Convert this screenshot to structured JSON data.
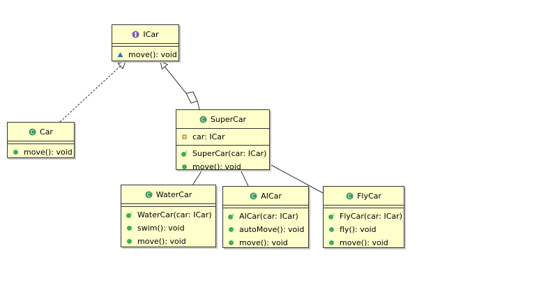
{
  "diagram": {
    "classes": {
      "icar": {
        "name": "ICar",
        "kind": "interface",
        "attributes": [],
        "constructors": [],
        "methods": [
          {
            "text": "move(): void",
            "visibility": "package"
          }
        ]
      },
      "car": {
        "name": "Car",
        "kind": "class",
        "attributes": [],
        "constructors": [],
        "methods": [
          {
            "text": "move(): void",
            "visibility": "public"
          }
        ]
      },
      "supercar": {
        "name": "SuperCar",
        "kind": "class",
        "attributes": [
          {
            "text": "car: ICar",
            "visibility": "default"
          }
        ],
        "constructors": [
          {
            "text": "SuperCar(car: ICar)",
            "visibility": "public"
          }
        ],
        "methods": [
          {
            "text": "move(): void",
            "visibility": "public"
          }
        ]
      },
      "watercar": {
        "name": "WaterCar",
        "kind": "class",
        "attributes": [],
        "constructors": [
          {
            "text": "WaterCar(car: ICar)",
            "visibility": "public"
          }
        ],
        "methods": [
          {
            "text": "swim(): void",
            "visibility": "public"
          },
          {
            "text": "move(): void",
            "visibility": "public"
          }
        ]
      },
      "aicar": {
        "name": "AICar",
        "kind": "class",
        "attributes": [],
        "constructors": [
          {
            "text": "AICar(car: ICar)",
            "visibility": "public"
          }
        ],
        "methods": [
          {
            "text": "autoMove(): void",
            "visibility": "public"
          },
          {
            "text": "move(): void",
            "visibility": "public"
          }
        ]
      },
      "flycar": {
        "name": "FlyCar",
        "kind": "class",
        "attributes": [],
        "constructors": [
          {
            "text": "FlyCar(car: ICar)",
            "visibility": "public"
          }
        ],
        "methods": [
          {
            "text": "fly(): void",
            "visibility": "public"
          },
          {
            "text": "move(): void",
            "visibility": "public"
          }
        ]
      }
    },
    "relations": [
      {
        "from": "Car",
        "to": "ICar",
        "type": "realization"
      },
      {
        "from": "SuperCar",
        "to": "ICar",
        "type": "generalization"
      },
      {
        "from": "SuperCar",
        "to": "ICar",
        "type": "aggregation"
      },
      {
        "from": "WaterCar",
        "to": "SuperCar",
        "type": "association"
      },
      {
        "from": "AICar",
        "to": "SuperCar",
        "type": "association"
      },
      {
        "from": "FlyCar",
        "to": "SuperCar",
        "type": "association"
      }
    ],
    "colors": {
      "class_fill": "#ffffcc",
      "border": "#333333",
      "public_dot": "#3fae5a",
      "class_badge": "#3a9a5c",
      "interface_badge": "#7b56b3"
    }
  }
}
